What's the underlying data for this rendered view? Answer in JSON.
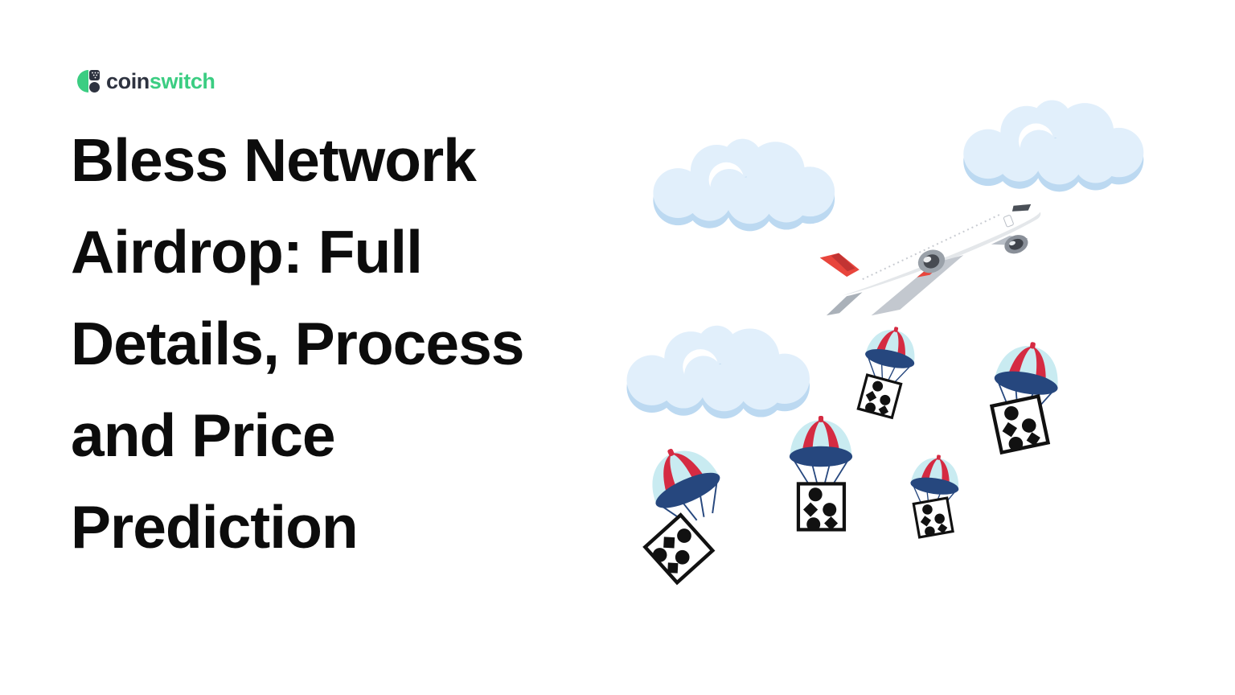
{
  "theme": {
    "green": "#3bcd82",
    "logo_dark": "#2e3340",
    "ink": "#0c0c0c",
    "cloud_main": "#e1effb",
    "cloud_shade": "#bcd9f1",
    "canopy_cyan": "#c9ebf1",
    "canopy_red": "#d52b42",
    "navy": "#26477e",
    "box_black": "#111111",
    "plane_red": "#e8453c"
  },
  "logo": {
    "part1": "coin",
    "part2": "switch"
  },
  "headline": {
    "lines": [
      "Bless Network",
      "Airdrop: Full",
      "Details, Process",
      "and Price",
      "Prediction"
    ]
  },
  "illustration": {
    "icons": {
      "cloud": "cloud-icon",
      "plane": "airplane-icon",
      "parachute": "parachute-crate-icon"
    }
  }
}
